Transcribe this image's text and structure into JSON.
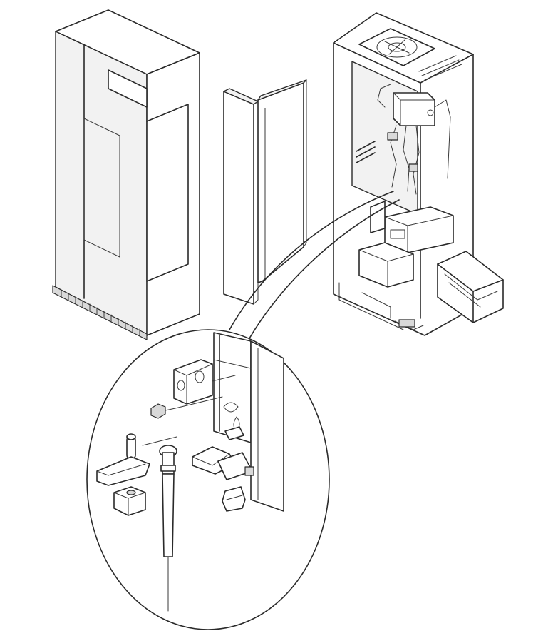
{
  "figure": {
    "stroke_color": "#2a2a2a",
    "background_color": "#ffffff",
    "parts": [
      "closed-cabinet",
      "door-panels",
      "open-cabinet",
      "mounting-rail",
      "detail-callout",
      "hinge-bracket",
      "hinge-pin",
      "latch-bracket",
      "screw",
      "spring-clip"
    ]
  }
}
